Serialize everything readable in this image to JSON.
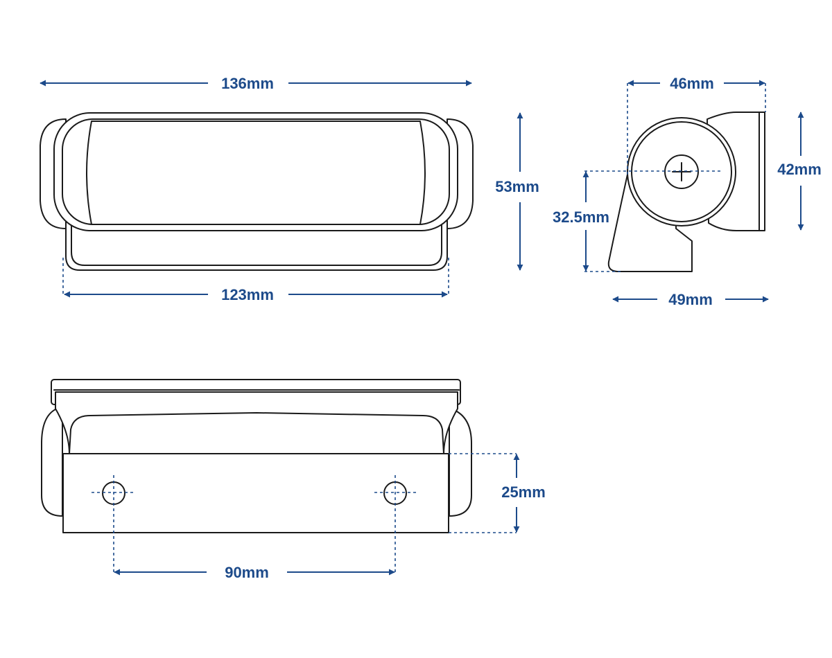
{
  "colors": {
    "dimension": "#1c4a8a",
    "outline": "#1a1a1a",
    "background": "#ffffff"
  },
  "front_view": {
    "width_top": "136mm",
    "width_bottom": "123mm",
    "height": "53mm"
  },
  "side_view": {
    "depth_top": "46mm",
    "height_right": "42mm",
    "pivot_height": "32.5mm",
    "depth_bottom": "49mm"
  },
  "bottom_view": {
    "hole_spacing": "90mm",
    "bracket_height": "25mm"
  }
}
